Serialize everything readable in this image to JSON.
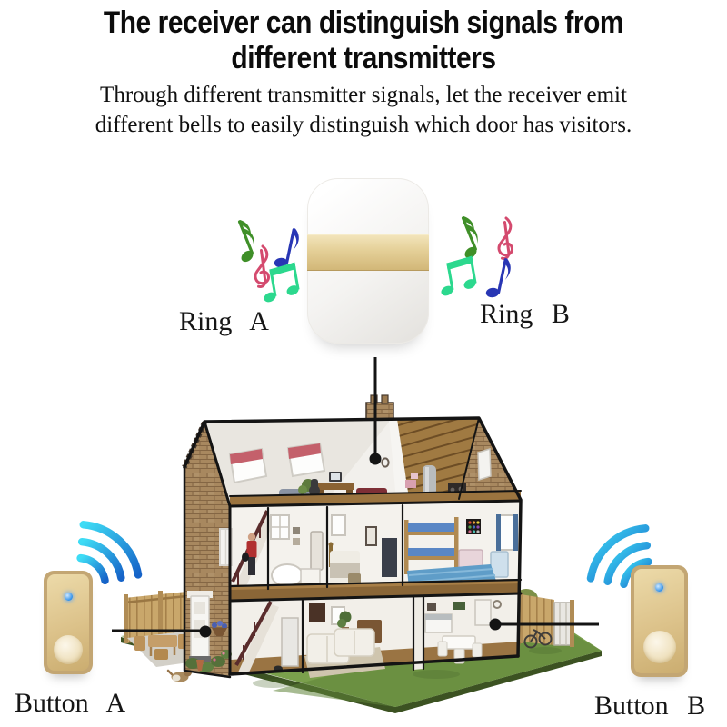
{
  "title": {
    "line1": "The receiver can distinguish signals from",
    "line2": "different transmitters"
  },
  "subtitle": {
    "line1": "Through different transmitter signals, let the receiver emit",
    "line2": "different bells to easily distinguish which door has visitors."
  },
  "receiver": {
    "ring_label_left": "Ring A",
    "ring_label_right": "Ring B",
    "body_color": "#f4f3f1",
    "band_color": "#dcc386"
  },
  "buttons": {
    "label_left": "Button A",
    "label_right": "Button B",
    "body_color": "#d9c08a",
    "led_color": "#3e9cf0",
    "press_disc_color": "#f6eed9"
  },
  "wifi_icon": {
    "gradient_start": "#3edcf5",
    "gradient_end": "#1663c8"
  },
  "music_notes": {
    "green": "#3f8f28",
    "pink": "#d44a6e",
    "blue": "#2836b4",
    "mint": "#2cd88e"
  },
  "house": {
    "grass": "#7aa04c",
    "brick": "#a8885f",
    "roof_wood": "#a07a42",
    "callout_color": "#141414"
  }
}
